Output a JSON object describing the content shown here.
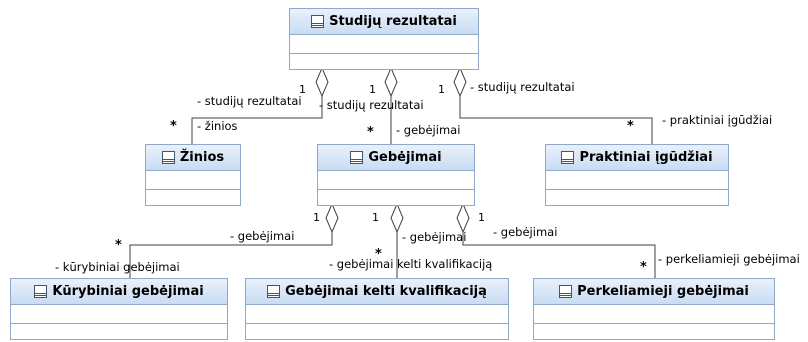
{
  "classes": {
    "studiju_rezultatai": "Studijų rezultatai",
    "zinios": "Žinios",
    "gebejimai": "Gebėjimai",
    "praktiniai_igudziai": "Praktiniai įgūdžiai",
    "kurybiniai_gebejimai": "Kūrybiniai gebėjimai",
    "gebejimai_kelti_kvalifikacija": "Gebėjimai kelti kvalifikaciją",
    "perkeliamieji_gebejimai": "Perkeliamieji gebėjimai"
  },
  "associations": {
    "top_left": {
      "whole_role": "- studijų rezultatai",
      "part_role": "- žinios",
      "whole_mult": "1",
      "part_mult": "*"
    },
    "top_mid": {
      "whole_role": "- studijų rezultatai",
      "part_role": "- gebėjimai",
      "whole_mult": "1",
      "part_mult": "*"
    },
    "top_right": {
      "whole_role": "- studijų rezultatai",
      "part_role": "- praktiniai įgūdžiai",
      "whole_mult": "1",
      "part_mult": "*"
    },
    "bottom_left": {
      "whole_role": "- gebėjimai",
      "part_role": "- kūrybiniai gebėjimai",
      "whole_mult": "1",
      "part_mult": "*"
    },
    "bottom_mid": {
      "whole_role": "- gebėjimai",
      "part_role": "- gebėjimai kelti kvalifikaciją",
      "whole_mult": "1",
      "part_mult": "*"
    },
    "bottom_right": {
      "whole_role": "- gebėjimai",
      "part_role": "- perkeliamieji gebėjimai",
      "whole_mult": "1",
      "part_mult": "*"
    }
  }
}
